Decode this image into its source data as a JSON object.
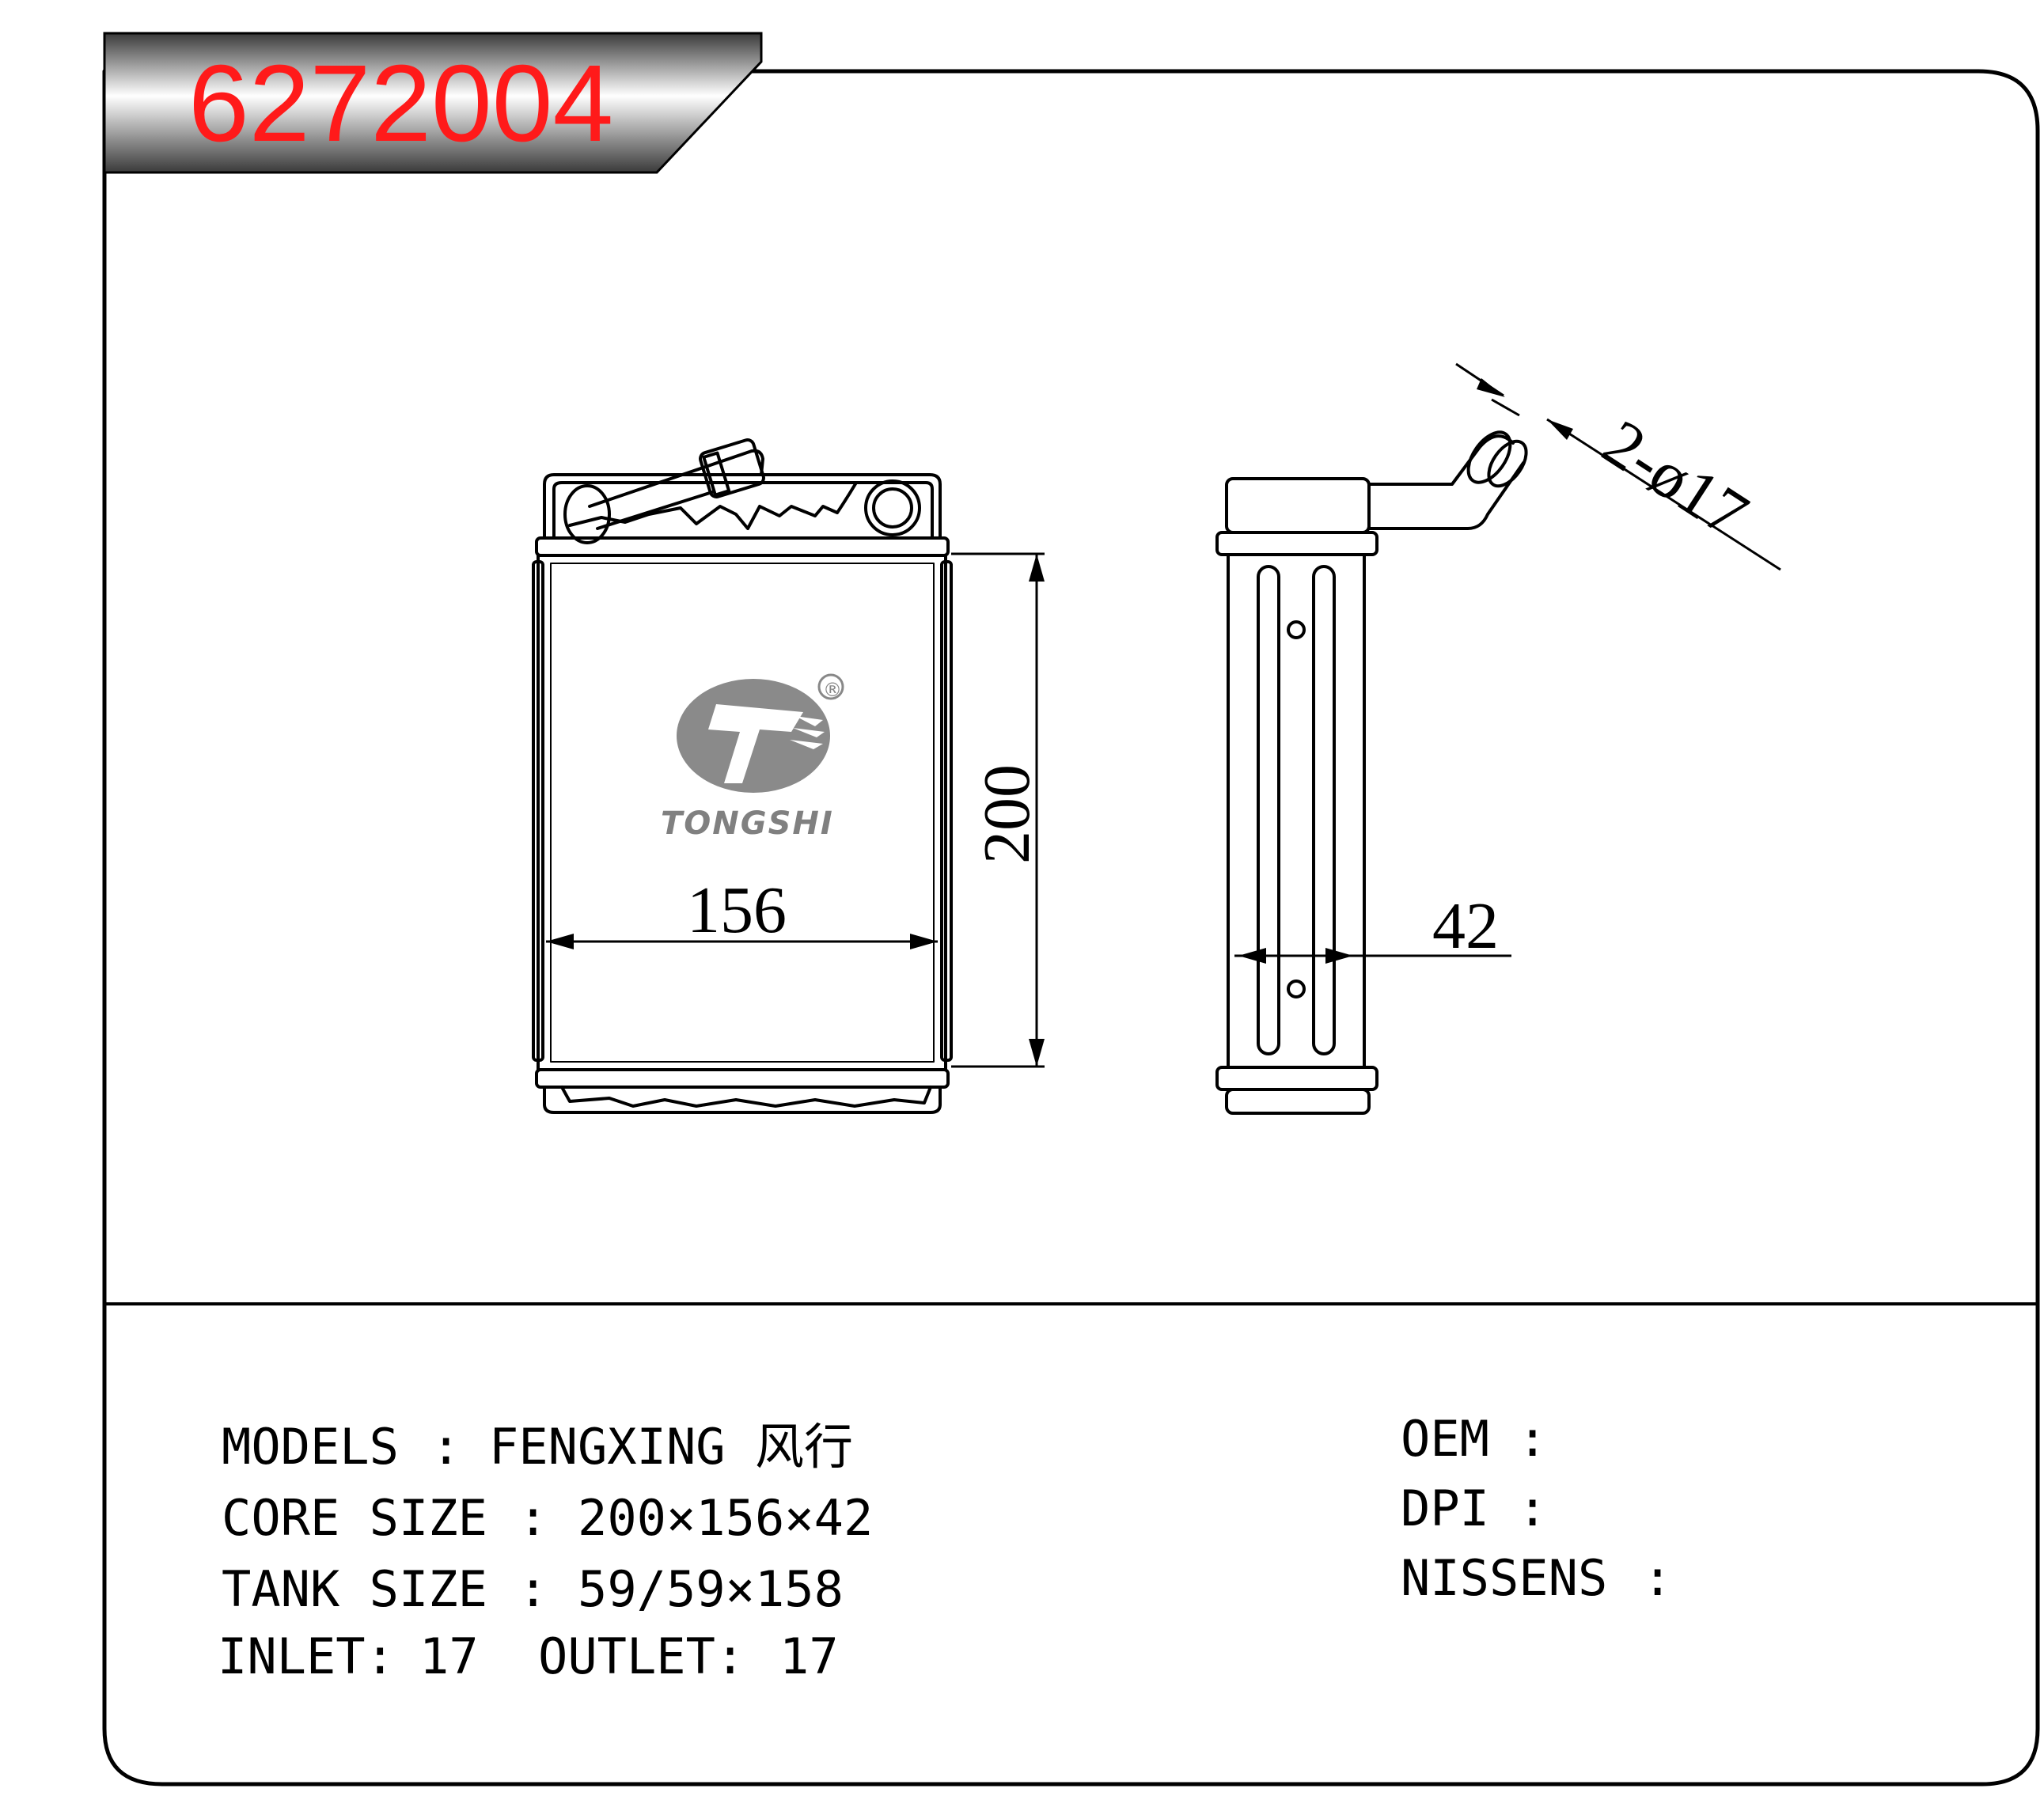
{
  "part_number": "6272004",
  "brand": "TONGSHI",
  "registered_mark": "®",
  "dimensions": {
    "height": "200",
    "width": "156",
    "depth": "42",
    "pipe": "2-ø17"
  },
  "specs": {
    "models_label": "MODELS",
    "models_value": "FENGXING 风行",
    "core_label": "CORE SIZE",
    "core_value": "200×156×42",
    "tank_label": "TANK SIZE",
    "tank_value": "59/59×158",
    "inlet_label": "INLET:",
    "inlet_value": "17",
    "outlet_label": "OUTLET:",
    "outlet_value": "17",
    "separator": ":"
  },
  "cross_refs": {
    "oem_label": "OEM",
    "oem_value": "",
    "dpi_label": "DPI",
    "dpi_value": "",
    "nissens_label": "NISSENS",
    "nissens_value": "",
    "separator": ":"
  },
  "colors": {
    "title": "#ff1a1a",
    "logo": "#808080",
    "line": "#000000"
  }
}
